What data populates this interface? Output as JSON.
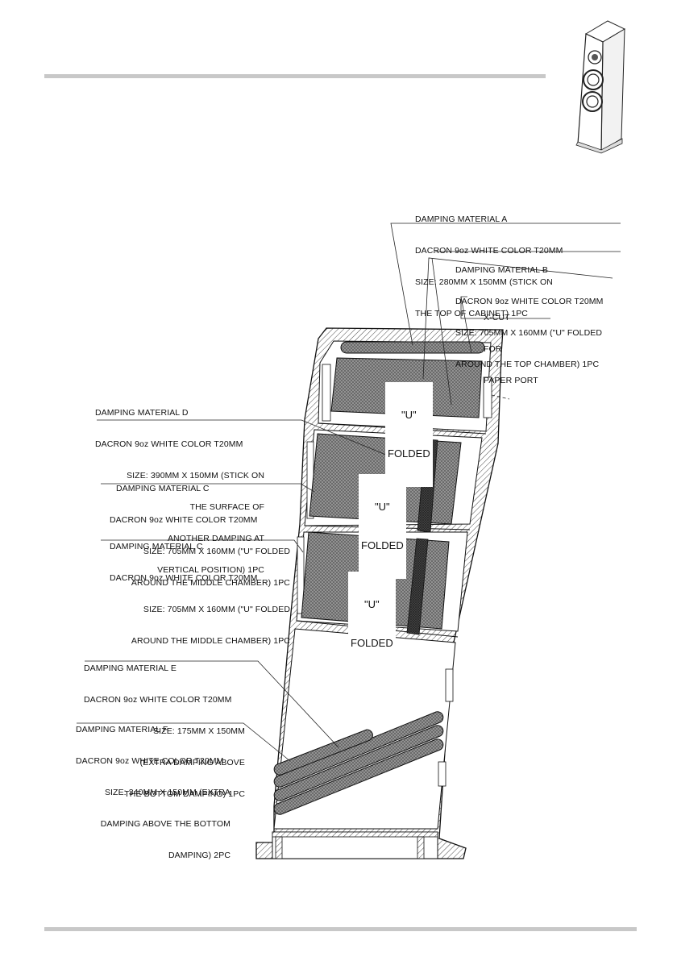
{
  "colors": {
    "rule": "#c8c8c8",
    "ink": "#1a1a1a",
    "damping": "#8a8a8a"
  },
  "icons": {
    "corner_thumbnail": "floor-speaker-icon"
  },
  "labels": {
    "a": {
      "title": "DAMPING MATERIAL A",
      "lines": [
        "DACRON 9oz WHITE COLOR T20MM",
        "SIZE: 280MM X 150MM (STICK ON",
        "THE TOP OF CABINET) 1PC"
      ]
    },
    "b": {
      "title": "DAMPING MATERIAL B",
      "lines": [
        "DACRON 9oz WHITE COLOR T20MM",
        "SIZE: 705MM X 160MM (\"U\" FOLDED",
        "AROUND THE TOP CHAMBER) 1PC"
      ]
    },
    "xcut": {
      "lines": [
        "X-CUT",
        "FOR",
        "PAPER PORT"
      ]
    },
    "d": {
      "title": "DAMPING MATERIAL D",
      "lines": [
        "DACRON 9oz WHITE COLOR T20MM",
        "SIZE: 390MM X 150MM (STICK ON",
        "THE SURFACE OF",
        "ANOTHER DAMPING AT",
        "VERTICAL POSITION) 1PC"
      ]
    },
    "c1": {
      "title": "DAMPING MATERIAL C",
      "lines": [
        "DACRON 9oz WHITE COLOR T20MM",
        "SIZE: 705MM X 160MM (\"U\" FOLDED",
        "AROUND THE MIDDLE CHAMBER) 1PC"
      ]
    },
    "c2": {
      "title": "DAMPING MATERIAL C",
      "lines": [
        "DACRON 9oz WHITE COLOR T20MM",
        "SIZE: 705MM X 160MM (\"U\" FOLDED",
        "AROUND THE MIDDLE CHAMBER) 1PC"
      ]
    },
    "e": {
      "title": "DAMPING MATERIAL E",
      "lines": [
        "DACRON 9oz WHITE COLOR T20MM",
        "SIZE: 175MM X 150MM",
        "(EXTRA DAMPING ABOVE",
        "THE BOTTOM DAMPING) 1PC"
      ]
    },
    "f": {
      "title": "DAMPING MATERIAL F",
      "lines": [
        "DACRON 9oz WHITE COLOR T20MM",
        "SIZE: 340MM X 150MM (EXTRA",
        "DAMPING ABOVE THE BOTTOM",
        "DAMPING) 2PC"
      ]
    }
  },
  "folded": [
    {
      "line1": "\"U\"",
      "line2": "FOLDED"
    },
    {
      "line1": "\"U\"",
      "line2": "FOLDED"
    },
    {
      "line1": "\"U\"",
      "line2": "FOLDED"
    }
  ]
}
